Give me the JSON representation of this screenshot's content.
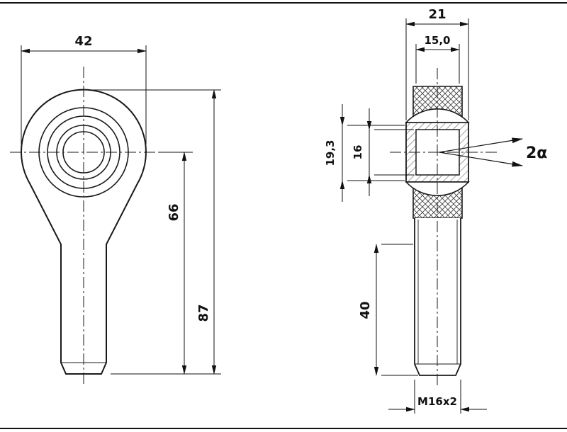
{
  "drawing": {
    "type": "technical-drawing-rod-end-bearing",
    "colors": {
      "line": "#1a1a1a",
      "background": "#ffffff"
    },
    "dimensions": {
      "head_width": "42",
      "overall_height": "87",
      "center_to_bottom": "66",
      "housing_width": "21",
      "ball_width": "15,0",
      "race_height": "19,3",
      "bore_diameter": "16",
      "misalignment_angle": "2α",
      "thread_length": "40",
      "thread_designation": "M16x2"
    }
  }
}
